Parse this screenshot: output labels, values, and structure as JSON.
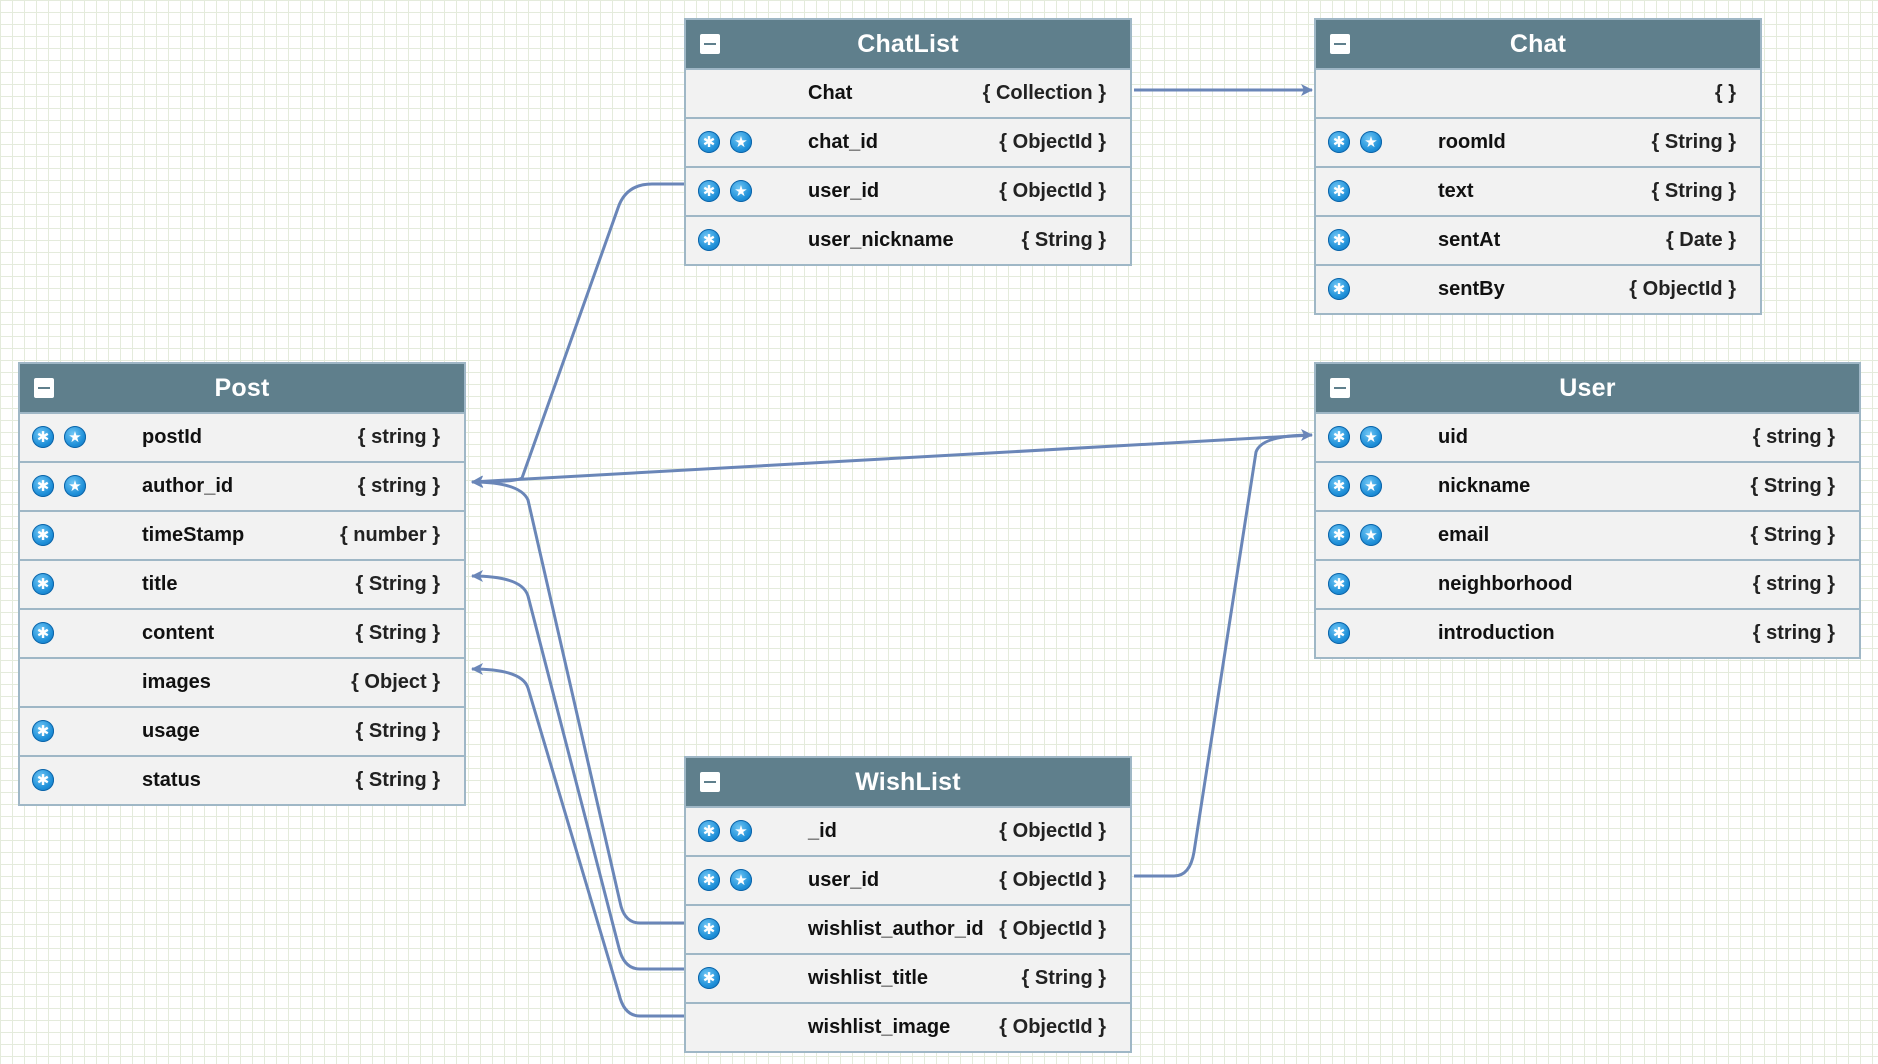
{
  "entities": {
    "chatlist": {
      "title": "ChatList",
      "fields": [
        {
          "name": "Chat",
          "type": "{ Collection }",
          "icons": []
        },
        {
          "name": "chat_id",
          "type": "{ ObjectId }",
          "icons": [
            "key-icon",
            "star-icon"
          ]
        },
        {
          "name": "user_id",
          "type": "{ ObjectId }",
          "icons": [
            "key-icon",
            "star-icon"
          ]
        },
        {
          "name": "user_nickname",
          "type": "{ String }",
          "icons": [
            "key-icon"
          ]
        }
      ]
    },
    "chat": {
      "title": "Chat",
      "fields": [
        {
          "name": "",
          "type": "{ }",
          "icons": []
        },
        {
          "name": "roomId",
          "type": "{ String }",
          "icons": [
            "key-icon",
            "star-icon"
          ]
        },
        {
          "name": "text",
          "type": "{ String }",
          "icons": [
            "key-icon"
          ]
        },
        {
          "name": "sentAt",
          "type": "{ Date }",
          "icons": [
            "key-icon"
          ]
        },
        {
          "name": "sentBy",
          "type": "{ ObjectId }",
          "icons": [
            "key-icon"
          ]
        }
      ]
    },
    "post": {
      "title": "Post",
      "fields": [
        {
          "name": "postId",
          "type": "{ string }",
          "icons": [
            "key-icon",
            "star-icon"
          ]
        },
        {
          "name": "author_id",
          "type": "{ string }",
          "icons": [
            "key-icon",
            "star-icon"
          ]
        },
        {
          "name": "timeStamp",
          "type": "{ number }",
          "icons": [
            "key-icon"
          ]
        },
        {
          "name": "title",
          "type": "{ String }",
          "icons": [
            "key-icon"
          ]
        },
        {
          "name": "content",
          "type": "{ String }",
          "icons": [
            "key-icon"
          ]
        },
        {
          "name": "images",
          "type": "{ Object }",
          "icons": []
        },
        {
          "name": "usage",
          "type": "{ String }",
          "icons": [
            "key-icon"
          ]
        },
        {
          "name": "status",
          "type": "{ String }",
          "icons": [
            "key-icon"
          ]
        }
      ]
    },
    "user": {
      "title": "User",
      "fields": [
        {
          "name": "uid",
          "type": "{ string }",
          "icons": [
            "key-icon",
            "star-icon"
          ]
        },
        {
          "name": "nickname",
          "type": "{ String }",
          "icons": [
            "key-icon",
            "star-icon"
          ]
        },
        {
          "name": "email",
          "type": "{ String }",
          "icons": [
            "key-icon",
            "star-icon"
          ]
        },
        {
          "name": "neighborhood",
          "type": "{ string }",
          "icons": [
            "key-icon"
          ]
        },
        {
          "name": "introduction",
          "type": "{ string }",
          "icons": [
            "key-icon"
          ]
        }
      ]
    },
    "wishlist": {
      "title": "WishList",
      "fields": [
        {
          "name": "_id",
          "type": "{ ObjectId }",
          "icons": [
            "key-icon",
            "star-icon"
          ]
        },
        {
          "name": "user_id",
          "type": "{ ObjectId }",
          "icons": [
            "key-icon",
            "star-icon"
          ]
        },
        {
          "name": "wishlist_author_id",
          "type": "{ ObjectId }",
          "icons": [
            "key-icon"
          ]
        },
        {
          "name": "wishlist_title",
          "type": "{ String }",
          "icons": [
            "key-icon"
          ]
        },
        {
          "name": "wishlist_image",
          "type": "{ ObjectId }",
          "icons": []
        }
      ]
    }
  },
  "relations": [
    {
      "from": "chatlist.Chat",
      "to": "chat.header"
    },
    {
      "from": "chatlist.user_id",
      "to": "post.author_id"
    },
    {
      "from": "user.uid",
      "to": "post.author_id"
    },
    {
      "from": "wishlist.user_id",
      "to": "user.uid"
    },
    {
      "from": "wishlist.wishlist_author_id",
      "to": "post.author_id"
    },
    {
      "from": "wishlist.wishlist_title",
      "to": "post.title"
    },
    {
      "from": "wishlist.wishlist_image",
      "to": "post.images"
    }
  ],
  "colors": {
    "header": "#5f7f8c",
    "row": "#f2f2f2",
    "border": "#9fb7c6",
    "connector": "#6a86b8",
    "key_icon": "#1e8fd8"
  }
}
